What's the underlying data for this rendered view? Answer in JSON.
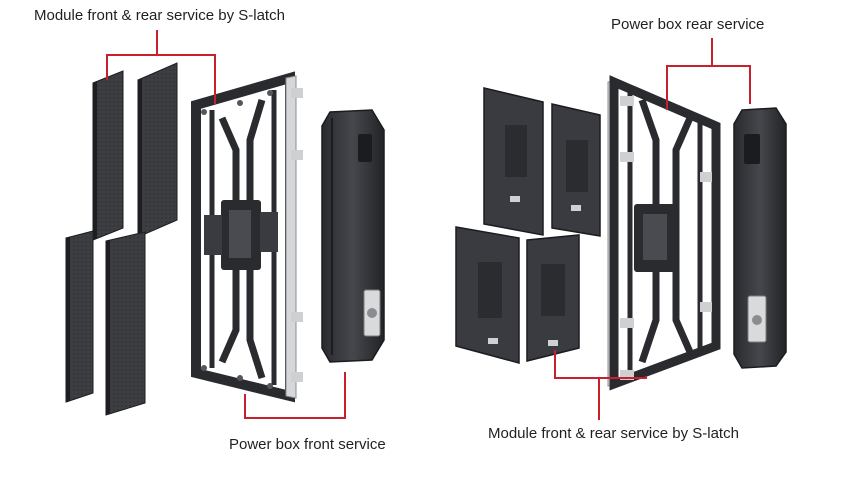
{
  "labels": {
    "left_top": "Module front & rear service by S-latch",
    "right_top": "Power box rear service",
    "left_bottom": "Power box front service",
    "right_bottom": "Module front & rear service by S-latch"
  },
  "colors": {
    "leader_line": "#c8202f",
    "module_face": "#3a3b3f",
    "module_edge": "#1d1e21",
    "frame": "#2a2b2e",
    "frame_light": "#cfd0d2",
    "background": "#ffffff"
  }
}
